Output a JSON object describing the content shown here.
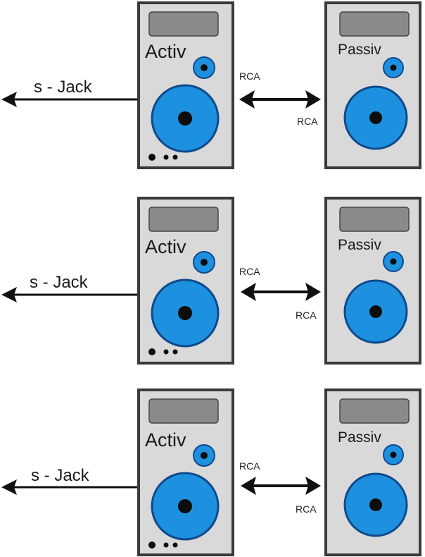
{
  "colors": {
    "cabinet_fill": "#d9d9d9",
    "cabinet_border": "#3a3a3a",
    "display_fill": "#8a8a8a",
    "driver_blue": "#1e90e0",
    "driver_rim": "#0f4a8c",
    "center_dark": "#0d0d0d",
    "arrow": "#111111",
    "text": "#1a1a1a",
    "background": "#ffffff"
  },
  "rows": [
    {
      "active_label": "Activ",
      "passive_label": "Passiv",
      "input_label": "s - Jack",
      "rca_top": "RCA",
      "rca_bottom": "RCA"
    },
    {
      "active_label": "Activ",
      "passive_label": "Passiv",
      "input_label": "s - Jack",
      "rca_top": "RCA",
      "rca_bottom": "RCA"
    },
    {
      "active_label": "Activ",
      "passive_label": "Passiv",
      "input_label": "s - Jack",
      "rca_top": "RCA",
      "rca_bottom": "RCA"
    }
  ]
}
